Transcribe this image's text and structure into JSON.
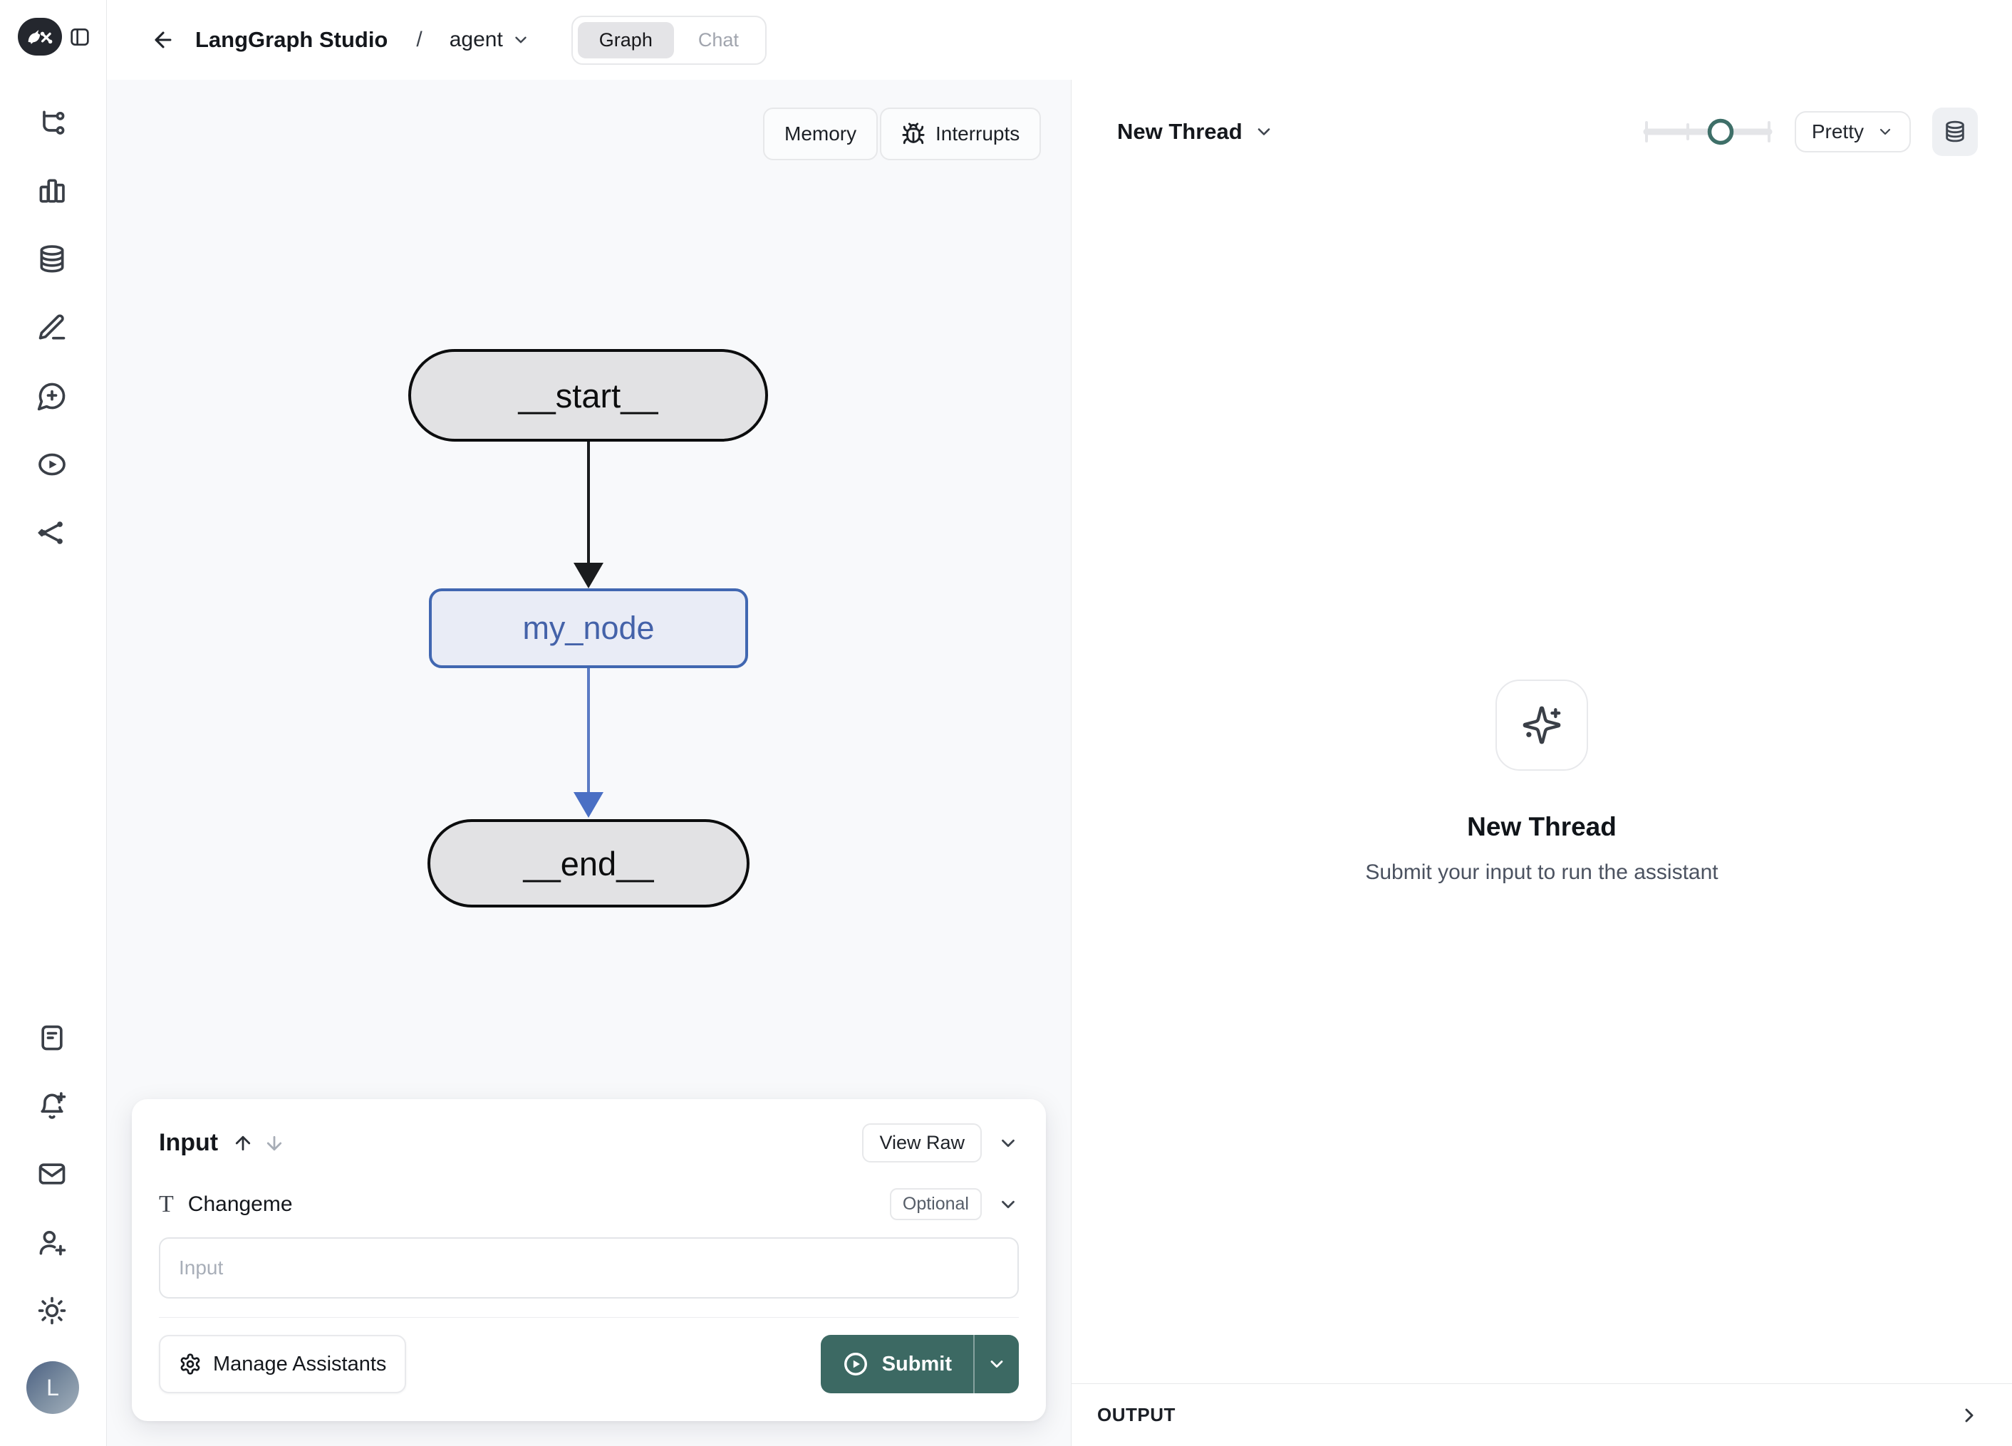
{
  "header": {
    "title": "LangGraph Studio",
    "breadcrumb_separator": "/",
    "agent_selector": "agent",
    "tab_graph": "Graph",
    "tab_chat": "Chat"
  },
  "sidebar": {
    "avatar_initial": "L",
    "top_icons": [
      "workflow-icon",
      "bar-chart-icon",
      "database-icon",
      "edit-icon",
      "message-plus-icon",
      "play-oval-icon",
      "share-icon"
    ],
    "bottom_icons": [
      "notes-icon",
      "bell-plus-icon",
      "mail-icon",
      "user-plus-icon",
      "sun-icon"
    ]
  },
  "canvas": {
    "memory_button": "Memory",
    "interrupts_button": "Interrupts"
  },
  "graph": {
    "nodes": [
      {
        "id": "__start__",
        "label": "__start__",
        "kind": "start"
      },
      {
        "id": "my_node",
        "label": "my_node",
        "kind": "node"
      },
      {
        "id": "__end__",
        "label": "__end__",
        "kind": "end"
      }
    ],
    "edges": [
      {
        "from": "__start__",
        "to": "my_node",
        "color": "#1a1c1e"
      },
      {
        "from": "my_node",
        "to": "__end__",
        "color": "#5b7bc4"
      }
    ]
  },
  "input_panel": {
    "title": "Input",
    "view_raw": "View Raw",
    "field_label": "Changeme",
    "field_badge": "Optional",
    "field_placeholder": "Input",
    "field_value": "",
    "manage_assistants": "Manage Assistants",
    "submit": "Submit"
  },
  "thread_panel": {
    "header_title": "New Thread",
    "zoom_slider_fraction": 0.6,
    "format_selected": "Pretty",
    "empty_title": "New Thread",
    "empty_subtitle": "Submit your input to run the assistant",
    "output_label": "OUTPUT"
  },
  "colors": {
    "accent_teal": "#3c6963",
    "slider_knob_teal": "#3e6f68",
    "node_gray_fill": "#e2e2e4",
    "node_border_black": "#0c0d0e",
    "node_blue_fill": "#e9ecf6",
    "node_blue_border": "#4167b1",
    "edge_blue": "#5b7bc4",
    "canvas_bg": "#f8f9fb",
    "active_tab_bg": "#e4e4e7"
  }
}
